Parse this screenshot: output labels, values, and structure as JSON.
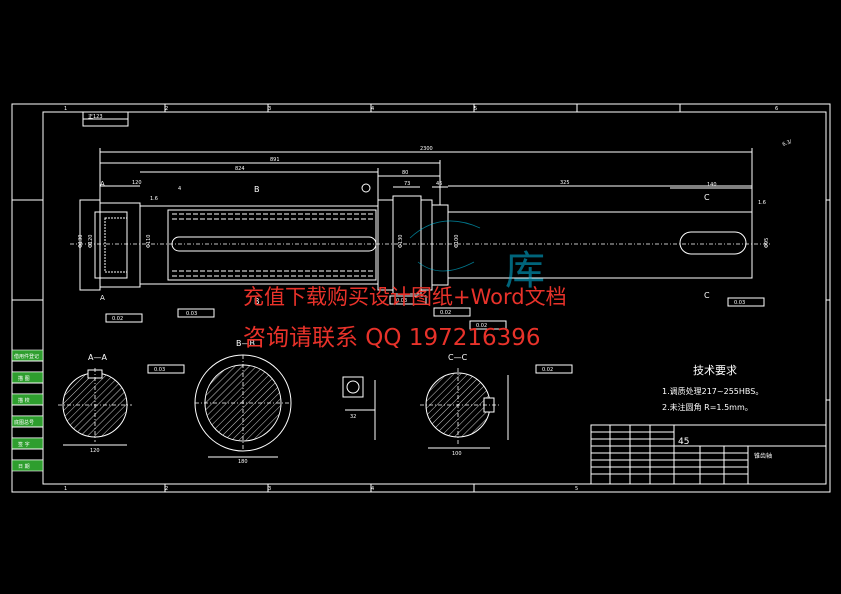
{
  "watermark": {
    "line1": "充值下载购买设计图纸+Word文档",
    "line2": "咨询请联系  QQ 197216396",
    "color": "#e8322a",
    "logo_text": "库"
  },
  "border_numbers_top": [
    "1",
    "2",
    "3",
    "4",
    "5",
    "6"
  ],
  "border_numbers_bottom": [
    "1",
    "2",
    "3",
    "4",
    "5"
  ],
  "corner_stamp": "正123",
  "roughness_note": "6.3/",
  "dims": {
    "total_length": "2300",
    "len_a": "891",
    "len_b": "824",
    "len_c": "80",
    "len_d": "73",
    "len_e": "46",
    "len_f": "325",
    "len_g": "120",
    "len_h": "4",
    "len_i": "140",
    "dia_a": "Φ130",
    "dia_b": "Φ120",
    "dia_c": "Φ110",
    "dia_d": "Φ100",
    "dia_e": "Φ95",
    "chamfer": "1.6"
  },
  "section_labels": {
    "aa": "A—A",
    "bb": "B—B",
    "cc": "C—C",
    "b": "B",
    "c": "C",
    "a": "A",
    "dim_aa": "120",
    "dim_bb": "180",
    "dim_cc": "100",
    "dim_key": "32"
  },
  "tolerance_frames": [
    "0.02",
    "0.03",
    "0.03",
    "0.02",
    "0.02",
    "0.03"
  ],
  "left_stamps": [
    "借用件登记",
    "描 图",
    "描 校",
    "底图总号",
    "签 字",
    "日 期"
  ],
  "tech_req": {
    "title": "技术要求",
    "items": [
      "1.调质处理217~255HBS。",
      "2.未注圆角 R=1.5mm。"
    ]
  },
  "title_block": {
    "material": "45",
    "name": "锥齿轴"
  }
}
